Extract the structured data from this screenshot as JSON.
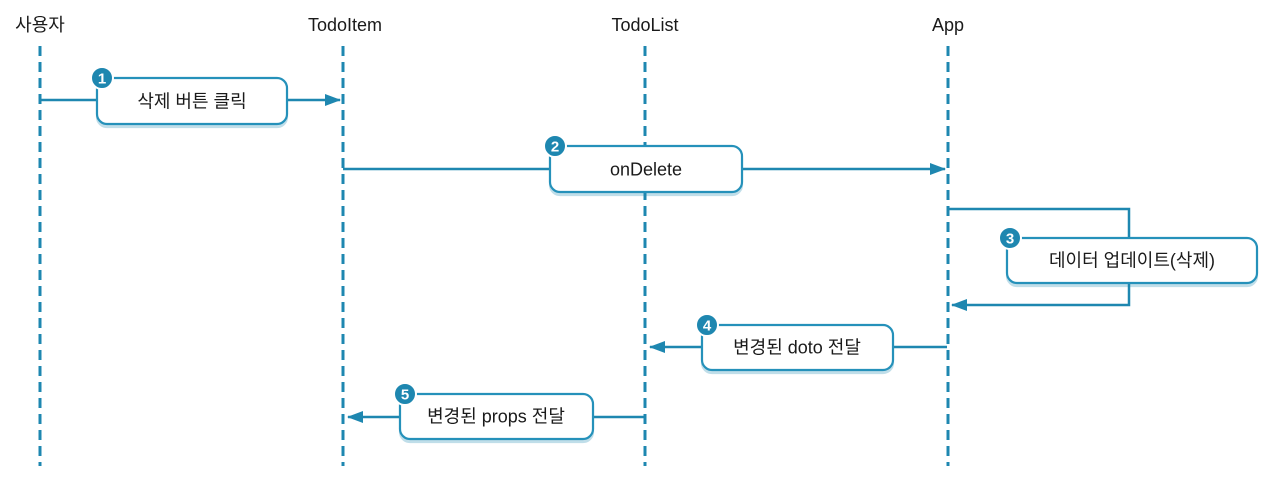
{
  "diagram": {
    "type": "sequence-diagram",
    "colors": {
      "accent": "#1e87b0",
      "text": "#1a1a1a",
      "background": "#ffffff",
      "badge_text": "#ffffff"
    },
    "actors": [
      {
        "label": "사용자"
      },
      {
        "label": "TodoItem"
      },
      {
        "label": "TodoList"
      },
      {
        "label": "App"
      }
    ],
    "messages": [
      {
        "number": "1",
        "label": "삭제 버튼 클릭",
        "from": "사용자",
        "to": "TodoItem"
      },
      {
        "number": "2",
        "label": "onDelete",
        "from": "TodoItem",
        "to": "App"
      },
      {
        "number": "3",
        "label": "데이터 업데이트(삭제)",
        "from": "App",
        "to": "App"
      },
      {
        "number": "4",
        "label": "변경된 doto 전달",
        "from": "App",
        "to": "TodoList"
      },
      {
        "number": "5",
        "label": "변경된 props 전달",
        "from": "TodoList",
        "to": "TodoItem"
      }
    ]
  }
}
